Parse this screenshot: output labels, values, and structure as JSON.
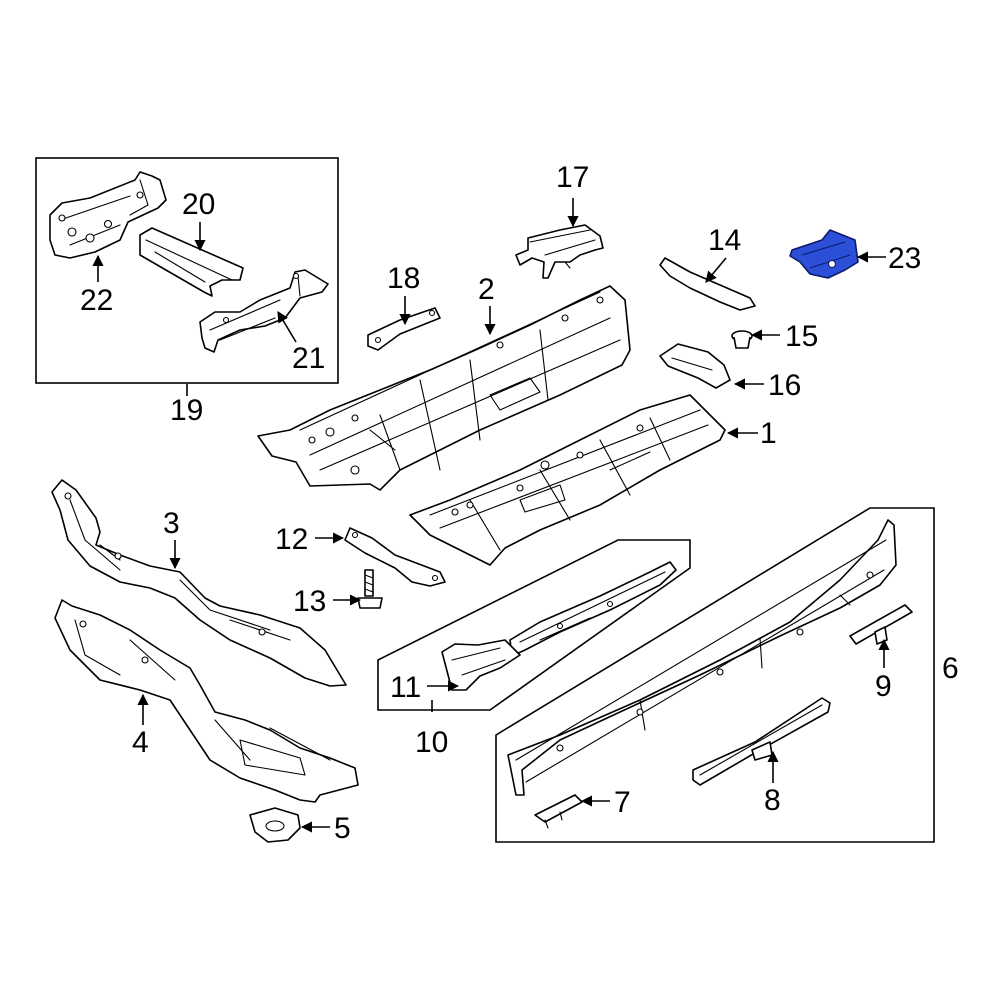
{
  "callouts": {
    "c1": "1",
    "c2": "2",
    "c3": "3",
    "c4": "4",
    "c5": "5",
    "c6": "6",
    "c7": "7",
    "c8": "8",
    "c9": "9",
    "c10": "10",
    "c11": "11",
    "c12": "12",
    "c13": "13",
    "c14": "14",
    "c15": "15",
    "c16": "16",
    "c17": "17",
    "c18": "18",
    "c19": "19",
    "c20": "20",
    "c21": "21",
    "c22": "22",
    "c23": "23"
  },
  "colors": {
    "highlight": "#2b4fd6",
    "line": "#000000",
    "background": "#ffffff"
  }
}
